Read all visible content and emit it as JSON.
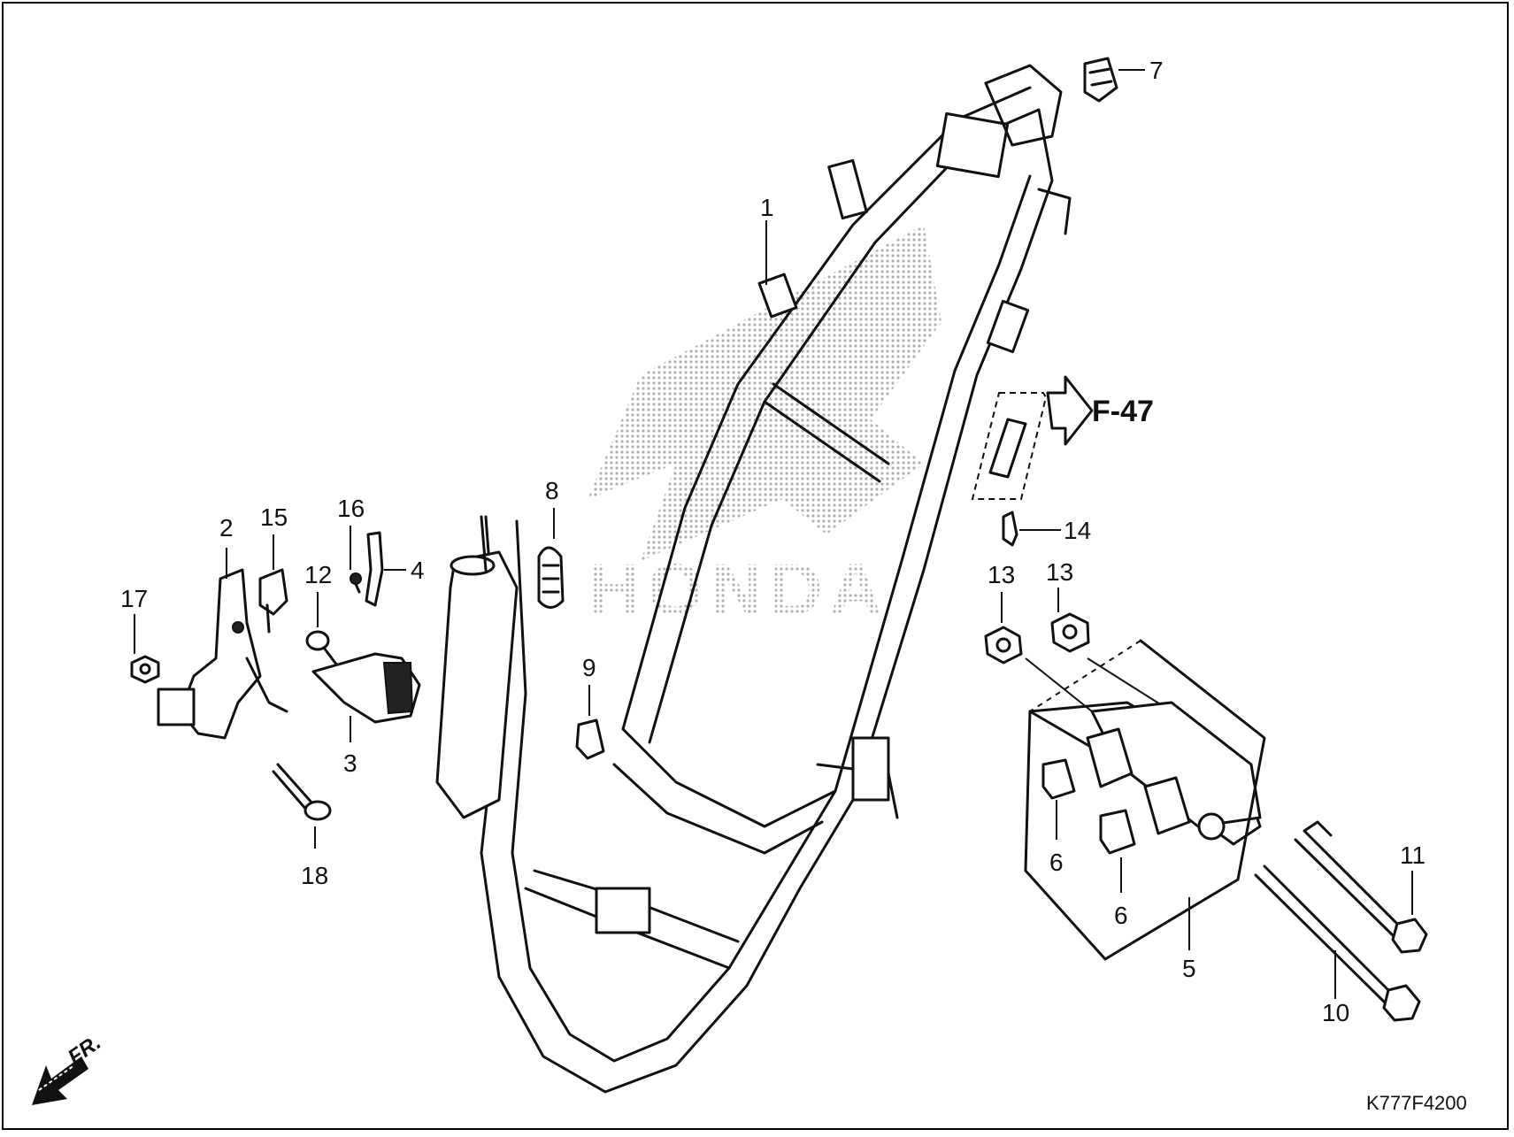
{
  "diagram": {
    "callouts": {
      "c1": "1",
      "c2": "2",
      "c3": "3",
      "c4": "4",
      "c5": "5",
      "c6a": "6",
      "c6b": "6",
      "c7": "7",
      "c8": "8",
      "c9": "9",
      "c10": "10",
      "c11": "11",
      "c12": "12",
      "c13a": "13",
      "c13b": "13",
      "c14": "14",
      "c15": "15",
      "c16": "16",
      "c17": "17",
      "c18": "18"
    },
    "reference": "F-47",
    "direction": "FR.",
    "diagram_code": "K777F4200",
    "watermark_text": "HONDA",
    "colors": {
      "ink": "#111111",
      "watermark": "#b8b8b8"
    }
  }
}
